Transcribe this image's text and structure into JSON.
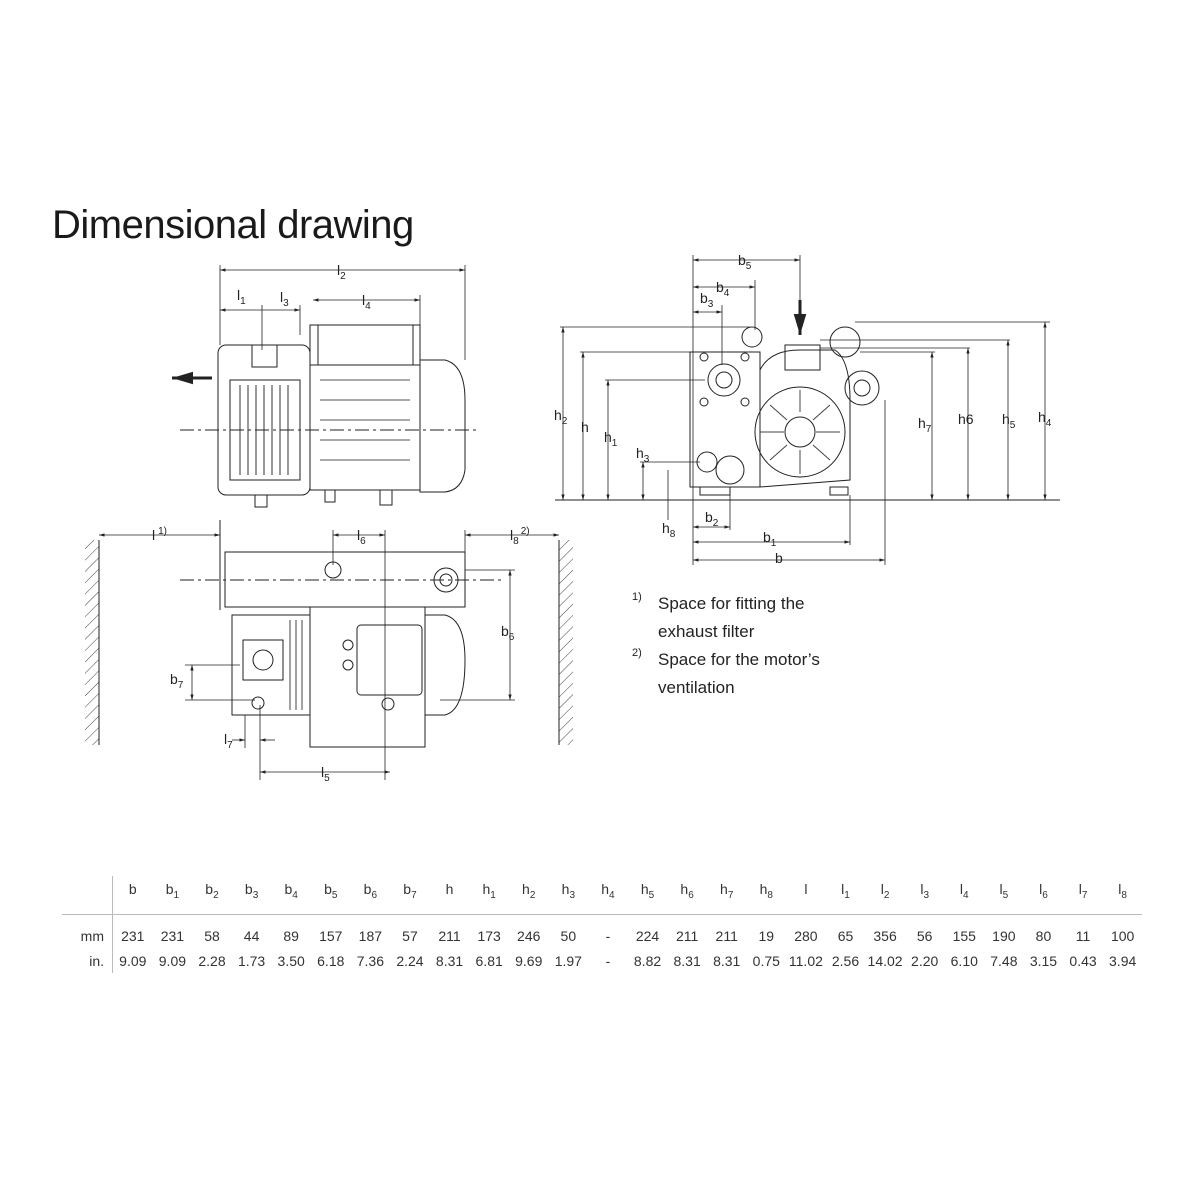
{
  "title": "Dimensional drawing",
  "labels": {
    "l2": {
      "b": "l",
      "s": "2"
    },
    "l1": {
      "b": "l",
      "s": "1"
    },
    "l3": {
      "b": "l",
      "s": "3"
    },
    "l4": {
      "b": "l",
      "s": "4"
    },
    "b5": {
      "b": "b",
      "s": "5"
    },
    "b4": {
      "b": "b",
      "s": "4"
    },
    "b3": {
      "b": "b",
      "s": "3"
    },
    "h2": {
      "b": "h",
      "s": "2"
    },
    "h": {
      "b": "h",
      "s": ""
    },
    "h1": {
      "b": "h",
      "s": "1"
    },
    "h3": {
      "b": "h",
      "s": "3"
    },
    "h8": {
      "b": "h",
      "s": "8"
    },
    "b2": {
      "b": "b",
      "s": "2"
    },
    "b1": {
      "b": "b",
      "s": "1"
    },
    "b": {
      "b": "b",
      "s": ""
    },
    "h7": {
      "b": "h",
      "s": "7"
    },
    "h6": {
      "b": "h6",
      "s": ""
    },
    "h5": {
      "b": "h",
      "s": "5"
    },
    "h4": {
      "b": "h",
      "s": "4"
    },
    "l": {
      "b": "l",
      "s": "",
      "sup": "1)"
    },
    "l6": {
      "b": "l",
      "s": "6"
    },
    "l8": {
      "b": "l",
      "s": "8",
      "sup": "2)"
    },
    "b6": {
      "b": "b",
      "s": "6"
    },
    "b7": {
      "b": "b",
      "s": "7"
    },
    "l7": {
      "b": "l",
      "s": "7"
    },
    "l5": {
      "b": "l",
      "s": "5"
    }
  },
  "notes": [
    {
      "mark": "1)",
      "text": "Space for fitting the exhaust filter"
    },
    {
      "mark": "2)",
      "text": "Space for the motor’s ventilation"
    }
  ],
  "table": {
    "columns": [
      {
        "b": "b",
        "s": ""
      },
      {
        "b": "b",
        "s": "1"
      },
      {
        "b": "b",
        "s": "2"
      },
      {
        "b": "b",
        "s": "3"
      },
      {
        "b": "b",
        "s": "4"
      },
      {
        "b": "b",
        "s": "5"
      },
      {
        "b": "b",
        "s": "6"
      },
      {
        "b": "b",
        "s": "7"
      },
      {
        "b": "h",
        "s": ""
      },
      {
        "b": "h",
        "s": "1"
      },
      {
        "b": "h",
        "s": "2"
      },
      {
        "b": "h",
        "s": "3"
      },
      {
        "b": "h",
        "s": "4"
      },
      {
        "b": "h",
        "s": "5"
      },
      {
        "b": "h",
        "s": "6"
      },
      {
        "b": "h",
        "s": "7"
      },
      {
        "b": "h",
        "s": "8"
      },
      {
        "b": "l",
        "s": ""
      },
      {
        "b": "l",
        "s": "1"
      },
      {
        "b": "l",
        "s": "2"
      },
      {
        "b": "l",
        "s": "3"
      },
      {
        "b": "l",
        "s": "4"
      },
      {
        "b": "l",
        "s": "5"
      },
      {
        "b": "l",
        "s": "6"
      },
      {
        "b": "l",
        "s": "7"
      },
      {
        "b": "l",
        "s": "8"
      }
    ],
    "rows": [
      {
        "unit": "mm",
        "values": [
          "231",
          "231",
          "58",
          "44",
          "89",
          "157",
          "187",
          "57",
          "211",
          "173",
          "246",
          "50",
          "-",
          "224",
          "211",
          "211",
          "19",
          "280",
          "65",
          "356",
          "56",
          "155",
          "190",
          "80",
          "11",
          "100"
        ]
      },
      {
        "unit": "in.",
        "values": [
          "9.09",
          "9.09",
          "2.28",
          "1.73",
          "3.50",
          "6.18",
          "7.36",
          "2.24",
          "8.31",
          "6.81",
          "9.69",
          "1.97",
          "-",
          "8.82",
          "8.31",
          "8.31",
          "0.75",
          "11.02",
          "2.56",
          "14.02",
          "2.20",
          "6.10",
          "7.48",
          "3.15",
          "0.43",
          "3.94"
        ]
      }
    ]
  }
}
